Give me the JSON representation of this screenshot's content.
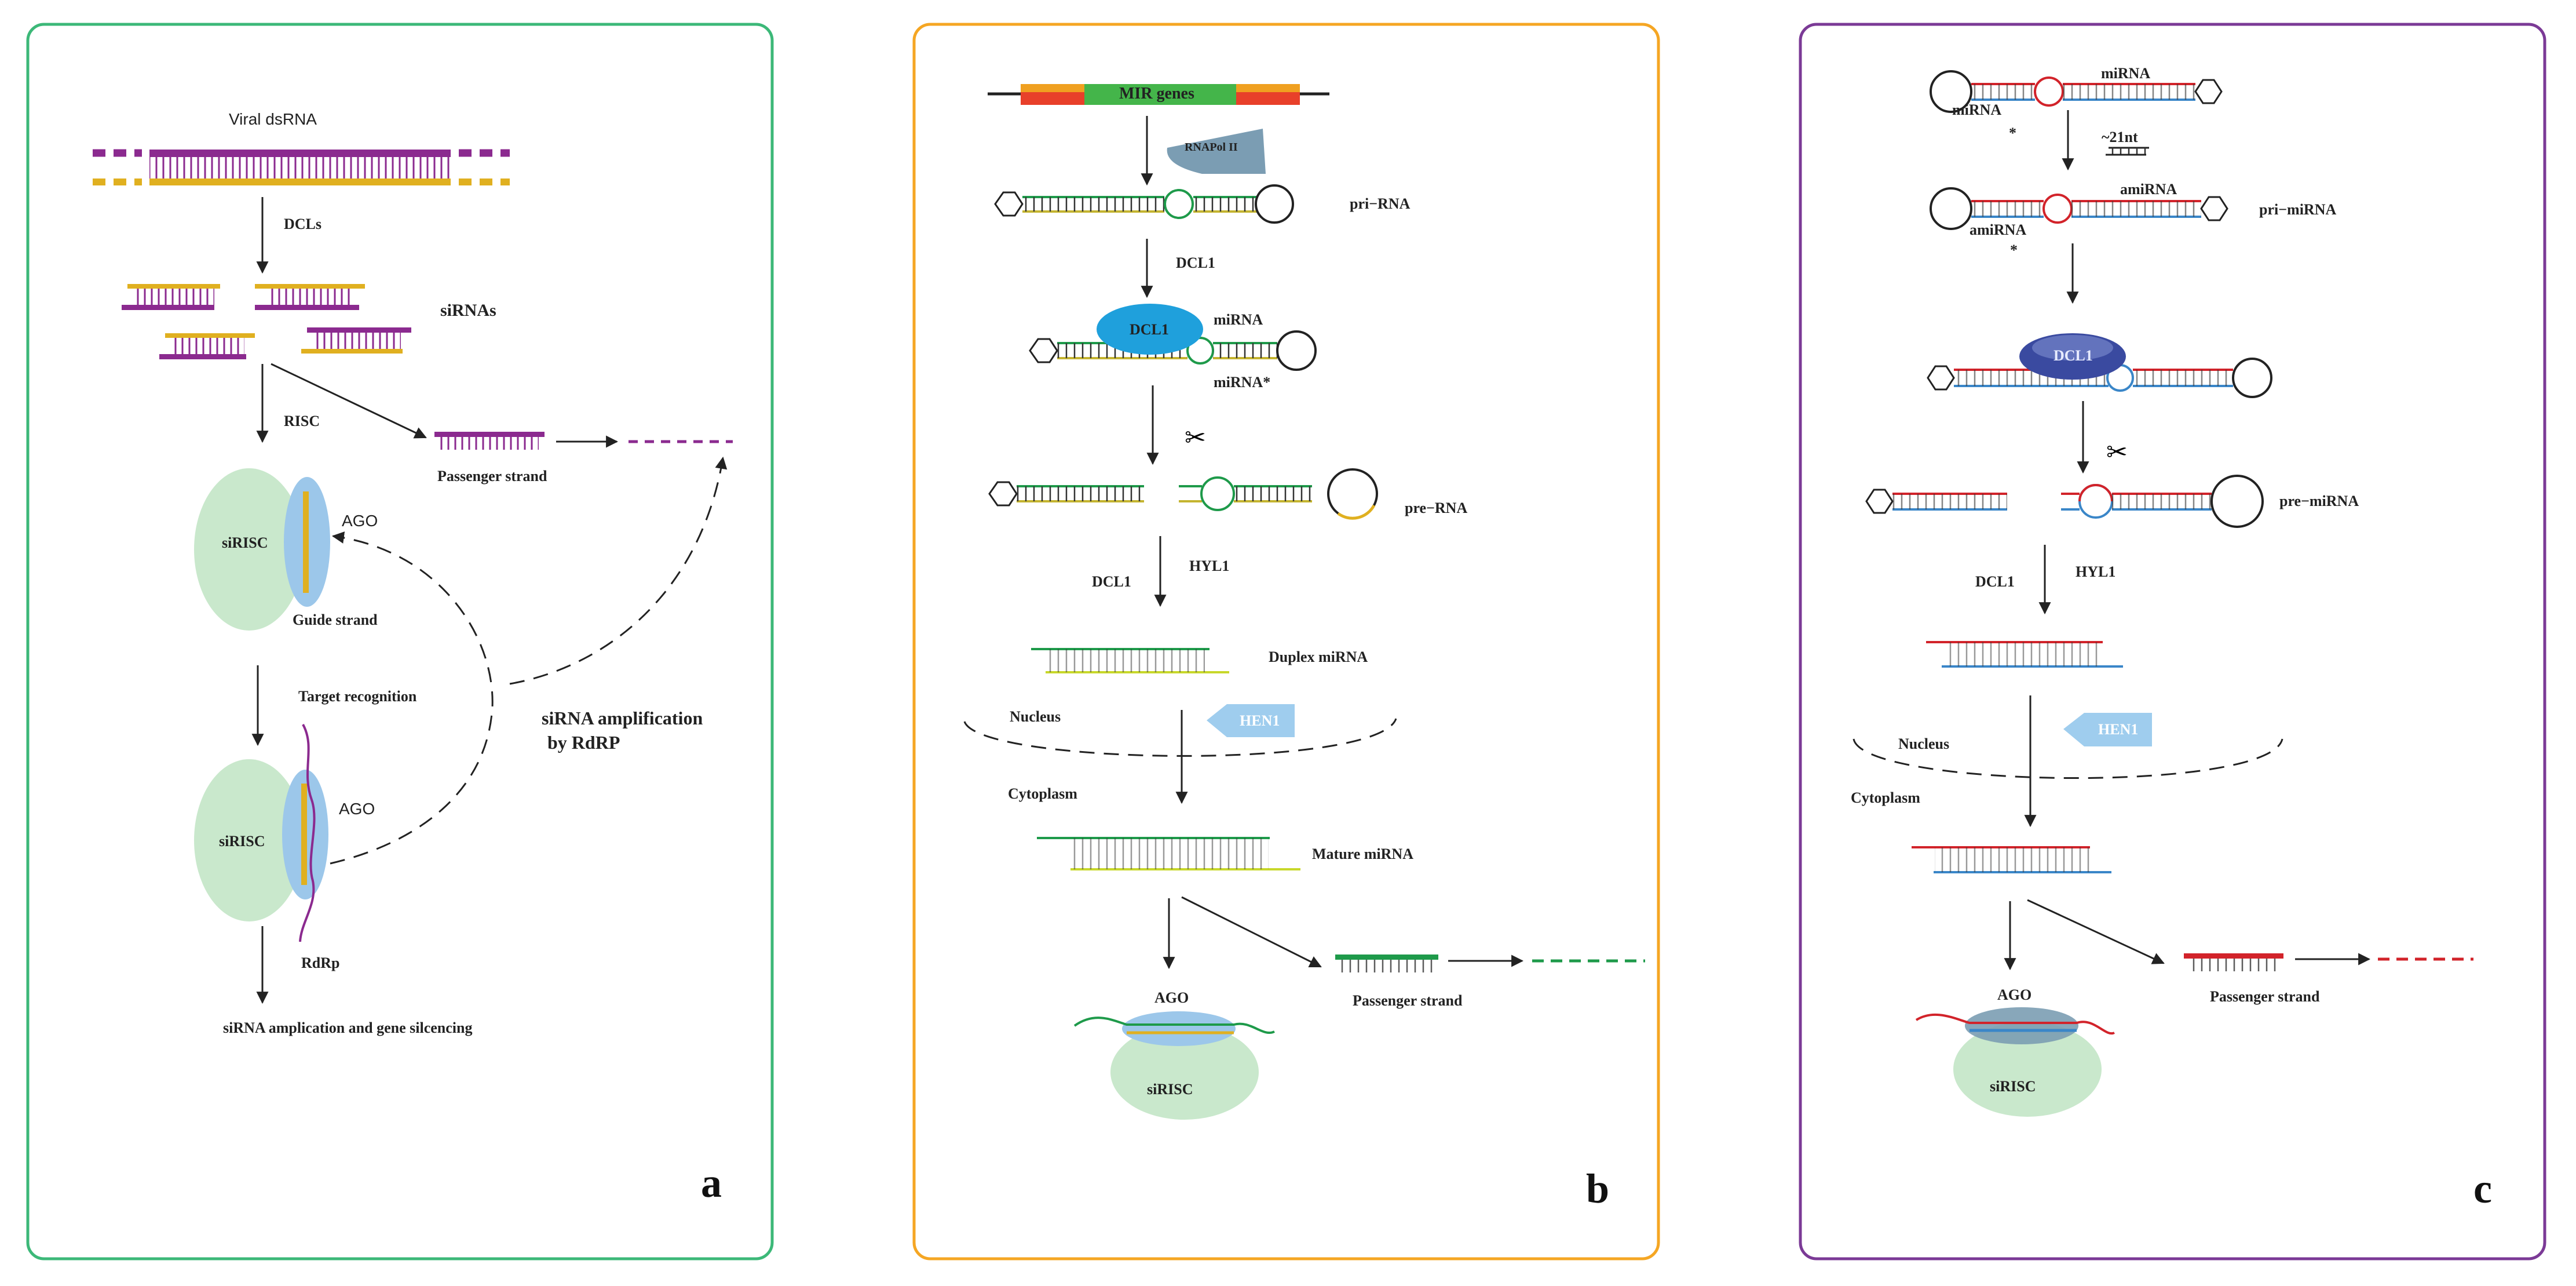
{
  "colors": {
    "panel_a_border": "#3cb878",
    "panel_b_border": "#f5a623",
    "panel_c_border": "#7b3a96",
    "viral_purple": "#8b2a8f",
    "viral_gold": "#e0b020",
    "risc_green": "#c9e8cc",
    "ago_blue": "#9cc7ea",
    "hen1_blue": "#9fcdee",
    "dcl1_cyan": "#1fa0dc",
    "dcl1_navy": "#3a4aa0",
    "red": "#d2232a",
    "steelblue": "#3a86c8",
    "green": "#1e9a4a"
  },
  "panel_a": {
    "viral_label": "Viral dsRNA",
    "dcls_label": "DCLs",
    "sirnas_label": "siRNAs",
    "risc_label": "RISC",
    "passenger_label": "Passenger strand",
    "sirisc_label": "siRISC",
    "ago_label": "AGO",
    "guide_label": "Guide strand",
    "target_label": "Target  recognition",
    "amp_label_1": "siRNA amplification",
    "amp_label_2": "by RdRP",
    "sirisc2_label": "siRISC",
    "ago2_label": "AGO",
    "rdrp_label": "RdRp",
    "final_label": "siRNA amplication and gene silcencing",
    "letter": "a"
  },
  "panel_b": {
    "gene_label": "MIR  genes",
    "rnapol_label": "RNAPol II",
    "pri_label": "pri−RNA",
    "dcl1_label": "DCL1",
    "dcl1_blob": "DCL1",
    "mirna_label": "miRNA",
    "mirna_star": "miRNA*",
    "pre_label": "pre−RNA",
    "dcl1_2": "DCL1",
    "hyl1": "HYL1",
    "duplex_label": "Duplex miRNA",
    "nucleus": "Nucleus",
    "hen1": "HEN1",
    "cytoplasm": "Cytoplasm",
    "mature_label": "Mature miRNA",
    "ago": "AGO",
    "passenger": "Passenger strand",
    "sirisc": "siRISC",
    "letter": "b"
  },
  "panel_c": {
    "mirna_top": "miRNA",
    "mirna_left": "miRNA",
    "star1": "*",
    "nt_label": "~21nt",
    "amirna": "amiRNA",
    "amirna_left": "amiRNA",
    "star2": "*",
    "primirna": "pri−miRNA",
    "dcl1_blob": "DCL1",
    "premirna": "pre−miRNA",
    "dcl1_2": "DCL1",
    "hyl1": "HYL1",
    "nucleus": "Nucleus",
    "hen1": "HEN1",
    "cytoplasm": "Cytoplasm",
    "ago": "AGO",
    "passenger": "Passenger strand",
    "sirisc": "siRISC",
    "letter": "c"
  }
}
